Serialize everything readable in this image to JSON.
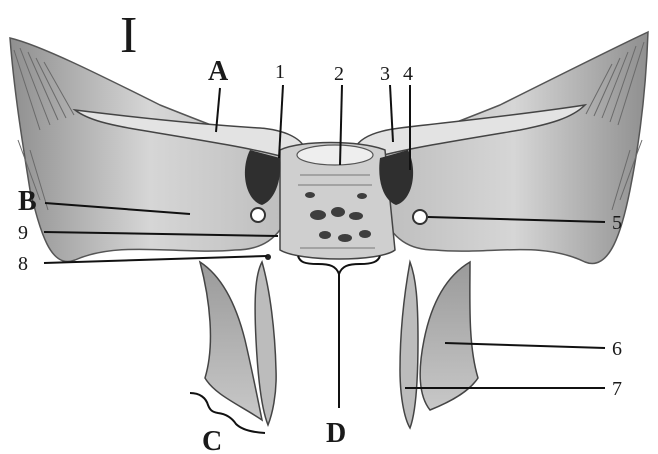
{
  "figure": {
    "title": "I",
    "labels": {
      "A": "A",
      "B": "B",
      "C": "C",
      "D": "D",
      "n1": "1",
      "n2": "2",
      "n3": "3",
      "n4": "4",
      "n5": "5",
      "n6": "6",
      "n7": "7",
      "n8": "8",
      "n9": "9"
    }
  },
  "colors": {
    "bone_light": "#d9d9d9",
    "bone_mid": "#a8a8a8",
    "bone_dark": "#5e5e5e",
    "ink": "#111111"
  }
}
